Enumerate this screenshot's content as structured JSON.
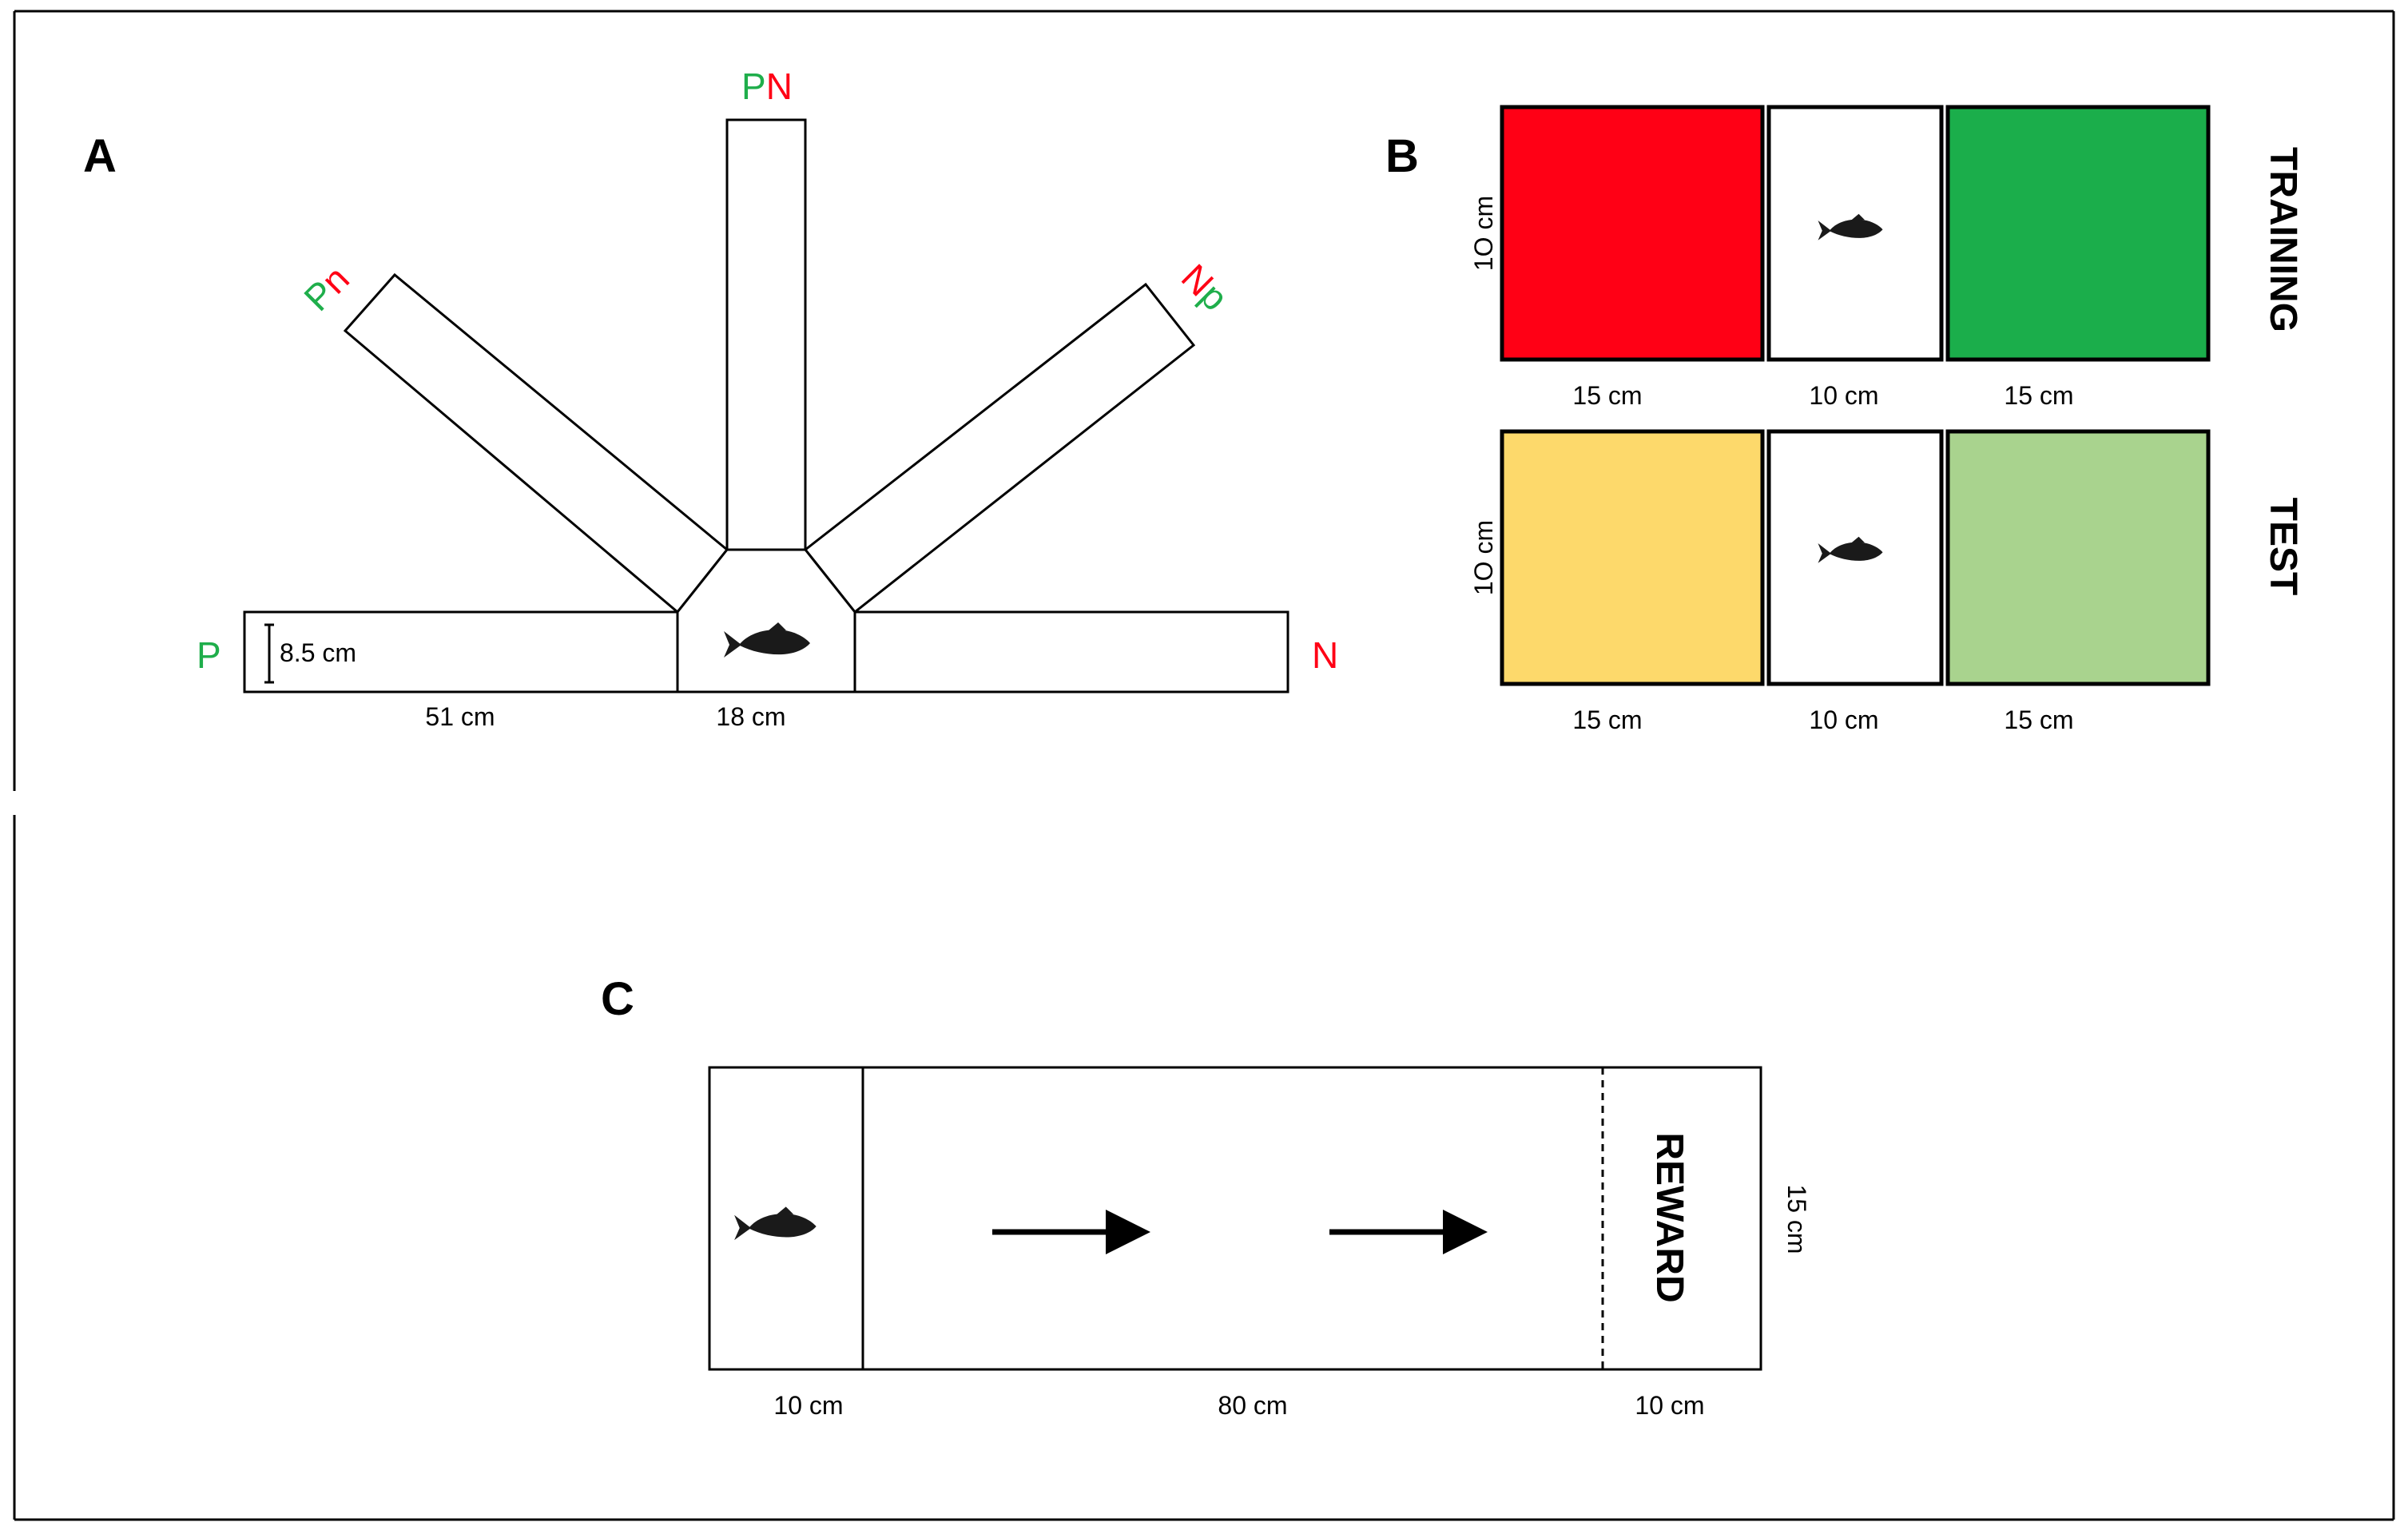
{
  "colors": {
    "positive": "#1fae4b",
    "negative": "#ff0015",
    "red_compartment": "#ff0015",
    "green_compartment": "#1bae4b",
    "yellow_compartment": "#fdd96b",
    "lightgreen_compartment": "#a9d38e"
  },
  "icons": {
    "fish": "fish-icon",
    "arrow": "arrow-right-icon",
    "scale_bar": "scale-bar-icon"
  },
  "panel_a": {
    "label": "A",
    "arm_top": {
      "first": "P",
      "second": "N"
    },
    "arm_left_diag": {
      "first": "P",
      "second": "n"
    },
    "arm_right_diag": {
      "first": "N",
      "second": "p"
    },
    "arm_left": "P",
    "arm_right": "N",
    "width_label": "8.5 cm",
    "arm_length_label": "51 cm",
    "center_label": "18 cm"
  },
  "panel_b": {
    "label": "B",
    "training": {
      "title": "TRAINING",
      "height_label": "1O cm",
      "widths": [
        "15 cm",
        "10 cm",
        "15 cm"
      ]
    },
    "test": {
      "title": "TEST",
      "height_label": "1O cm",
      "widths": [
        "15 cm",
        "10 cm",
        "15 cm"
      ]
    }
  },
  "panel_c": {
    "label": "C",
    "reward_label": "REWARD",
    "height_label": "15 cm",
    "widths": [
      "10 cm",
      "80 cm",
      "10 cm"
    ]
  }
}
